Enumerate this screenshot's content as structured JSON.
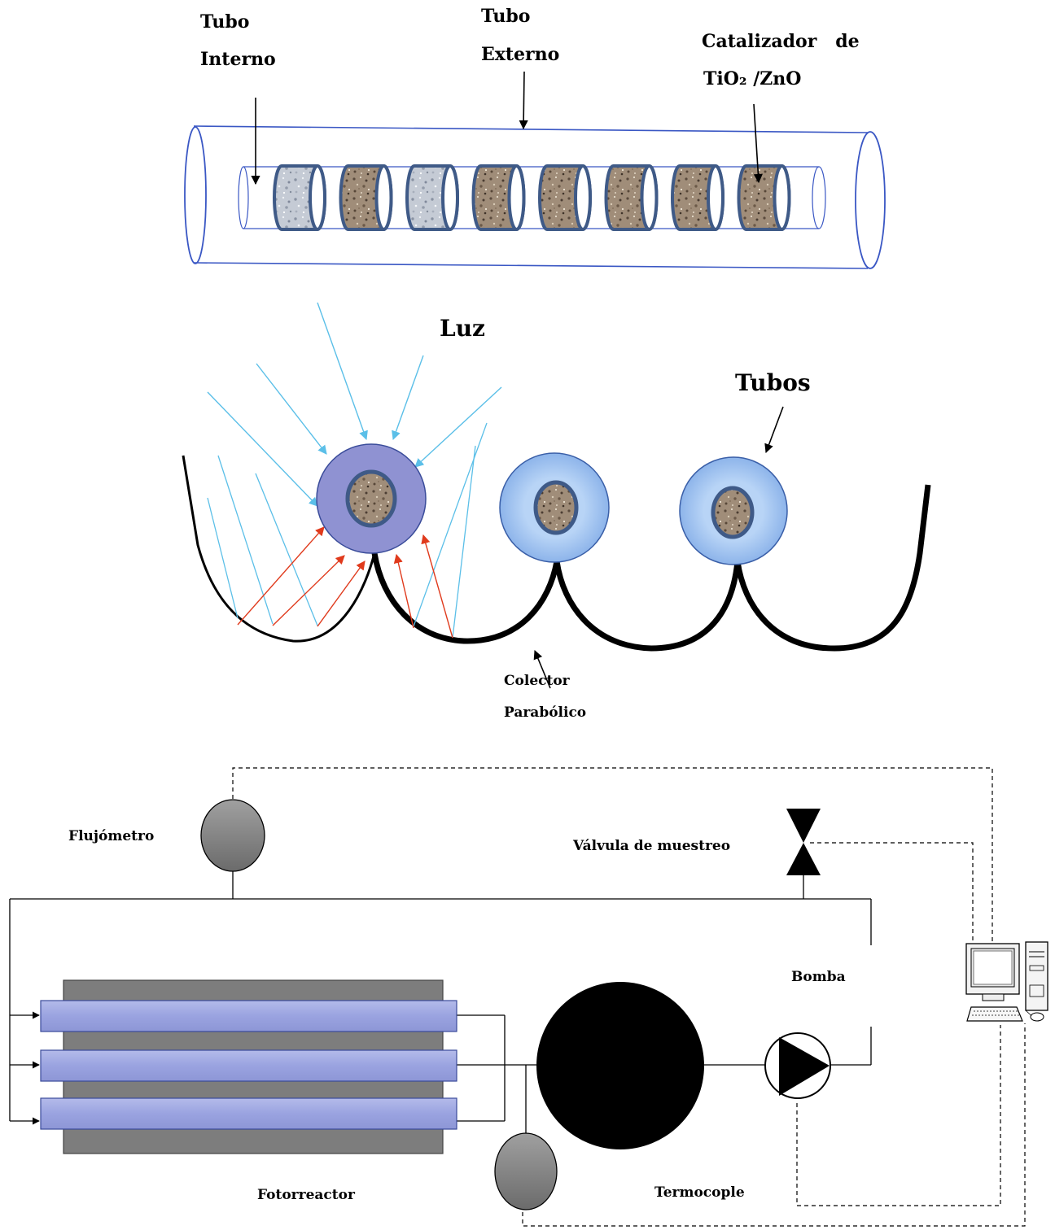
{
  "tube_diagram": {
    "labels": {
      "inner_tube": [
        "Tubo",
        "Interno"
      ],
      "outer_tube": [
        "Tubo",
        "Externo"
      ],
      "catalyst": [
        "Catalizador   de",
        "TiO₂ /ZnO"
      ]
    },
    "catalyst_segment_count": 8
  },
  "collector_diagram": {
    "labels": {
      "light": "Luz",
      "tubes": "Tubos",
      "collector": [
        "Colector",
        "Parabólico"
      ]
    },
    "tube_count": 3
  },
  "process_diagram": {
    "labels": {
      "flowmeter": "Flujómetro",
      "sampling_valve": "Válvula de muestreo",
      "pump": "Bomba",
      "photoreactor": "Fotorreactor",
      "thermocouple": "Termocople"
    },
    "reactor_tube_count": 3
  },
  "colors": {
    "outer_tube_stroke": "#3a57c4",
    "catalyst_frame": "#3f5a87",
    "catalyst_fill": "#9c8b78",
    "catalyst_fill_alt": "#c8cdd6",
    "light_ray": "#5bbfe8",
    "reflected_ray": "#e03a1c",
    "tube_lit": "#8f92d2",
    "tube_unlit": "#a9c8f2",
    "reactor_box": "#7d7d7d",
    "reactor_tube": "#9aa3e0",
    "sensor": "#7a7a7a"
  }
}
